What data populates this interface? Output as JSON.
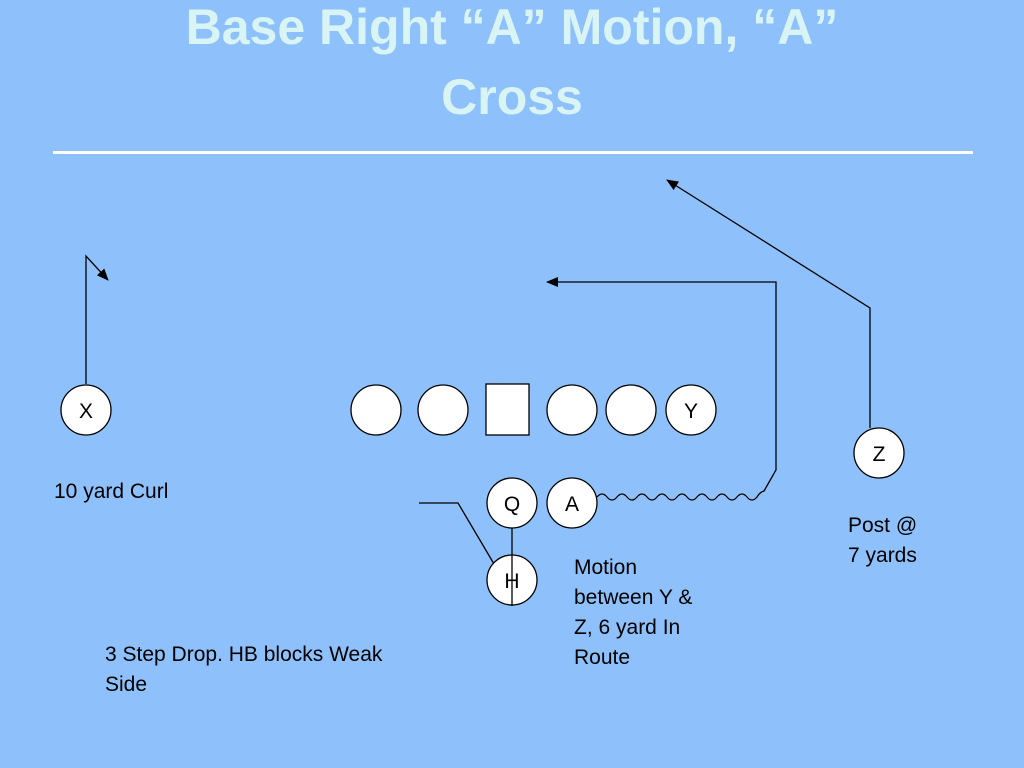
{
  "title": {
    "line1": "Base Right “A” Motion, “A”",
    "line2": "Cross"
  },
  "players": {
    "x": "X",
    "y": "Y",
    "z": "Z",
    "q": "Q",
    "a": "A",
    "h": "H"
  },
  "notes": {
    "x_route": "10 yard Curl",
    "z_route": "Post @\n7 yards",
    "a_route": "Motion\nbetween Y &\nZ, 6 yard In\nRoute",
    "protection": "3 Step Drop. HB blocks Weak\nSide"
  }
}
